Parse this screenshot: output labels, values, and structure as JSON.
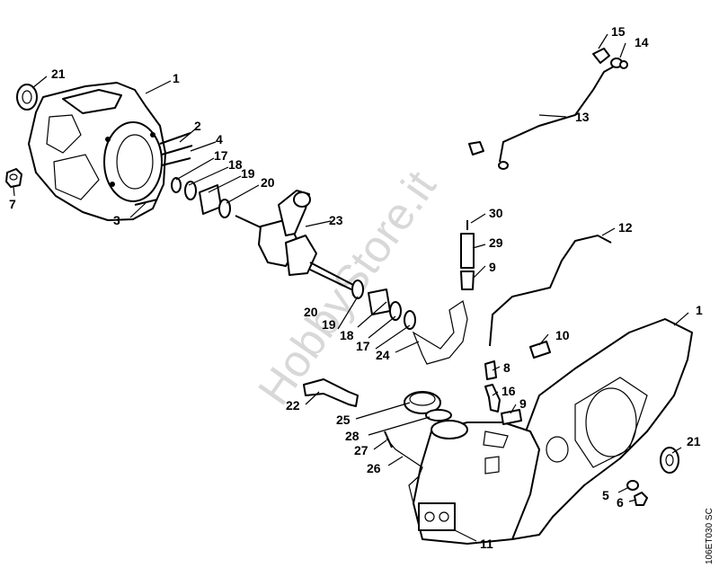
{
  "watermark": "HobbyStore.it",
  "drawing_code": "106ET030 SC",
  "callouts": {
    "c1a": "1",
    "c21a": "21",
    "c7": "7",
    "c2": "2",
    "c4": "4",
    "c17a": "17",
    "c18a": "18",
    "c19a": "19",
    "c20a": "20",
    "c3": "3",
    "c23": "23",
    "c15": "15",
    "c14": "14",
    "c13": "13",
    "c30": "30",
    "c29": "29",
    "c9a": "9",
    "c12": "12",
    "c20b": "20",
    "c19b": "19",
    "c18b": "18",
    "c17b": "17",
    "c24": "24",
    "c1b": "1",
    "c10": "10",
    "c8": "8",
    "c16": "16",
    "c9b": "9",
    "c22": "22",
    "c25": "25",
    "c28": "28",
    "c27": "27",
    "c26": "26",
    "c21b": "21",
    "c5": "5",
    "c6": "6",
    "c11": "11"
  }
}
